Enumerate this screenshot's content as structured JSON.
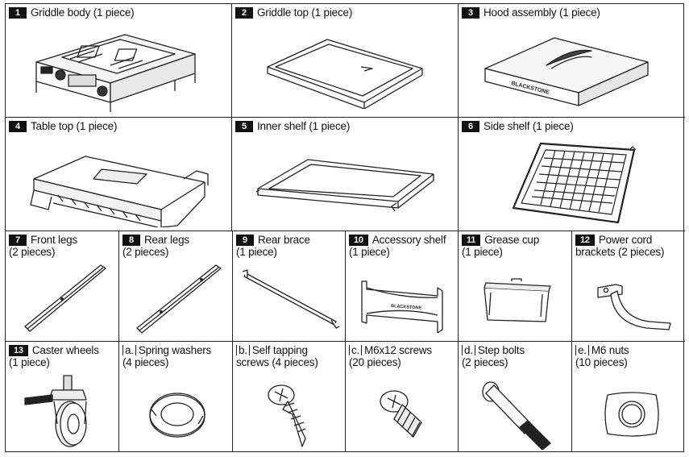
{
  "parts": [
    {
      "num": "1",
      "name": "Griddle body (1 piece)"
    },
    {
      "num": "2",
      "name": "Griddle top (1 piece)"
    },
    {
      "num": "3",
      "name": "Hood assembly (1 piece)",
      "logo": "BLACKSTONE"
    },
    {
      "num": "4",
      "name": "Table top (1 piece)"
    },
    {
      "num": "5",
      "name": "Inner shelf (1 piece)"
    },
    {
      "num": "6",
      "name": "Side shelf (1 piece)"
    },
    {
      "num": "7",
      "name": "Front legs",
      "qty": "(2 pieces)"
    },
    {
      "num": "8",
      "name": "Rear legs",
      "qty": "(2 pieces)"
    },
    {
      "num": "9",
      "name": "Rear brace",
      "qty": "(1 piece)"
    },
    {
      "num": "10",
      "name": "Accessory shelf",
      "qty": "(1 piece)",
      "logo": "BLACKSTONE"
    },
    {
      "num": "11",
      "name": "Grease cup",
      "qty": "(1 piece)"
    },
    {
      "num": "12",
      "name": "Power cord",
      "qty": "brackets (2 pieces)"
    },
    {
      "num": "13",
      "name": "Caster wheels",
      "qty": "(1 piece)"
    }
  ],
  "hardware": [
    {
      "letter": "a.",
      "name": "Spring washers",
      "qty": "(4 pieces)"
    },
    {
      "letter": "b.",
      "name": "Self tapping",
      "qty": "screws (4 pieces)"
    },
    {
      "letter": "c.",
      "name": "M6x12 screws",
      "qty": "(20 pieces)"
    },
    {
      "letter": "d.",
      "name": "Step bolts",
      "qty": "(2 pieces)"
    },
    {
      "letter": "e.",
      "name": "M6 nuts",
      "qty": "(10 pieces)"
    }
  ]
}
